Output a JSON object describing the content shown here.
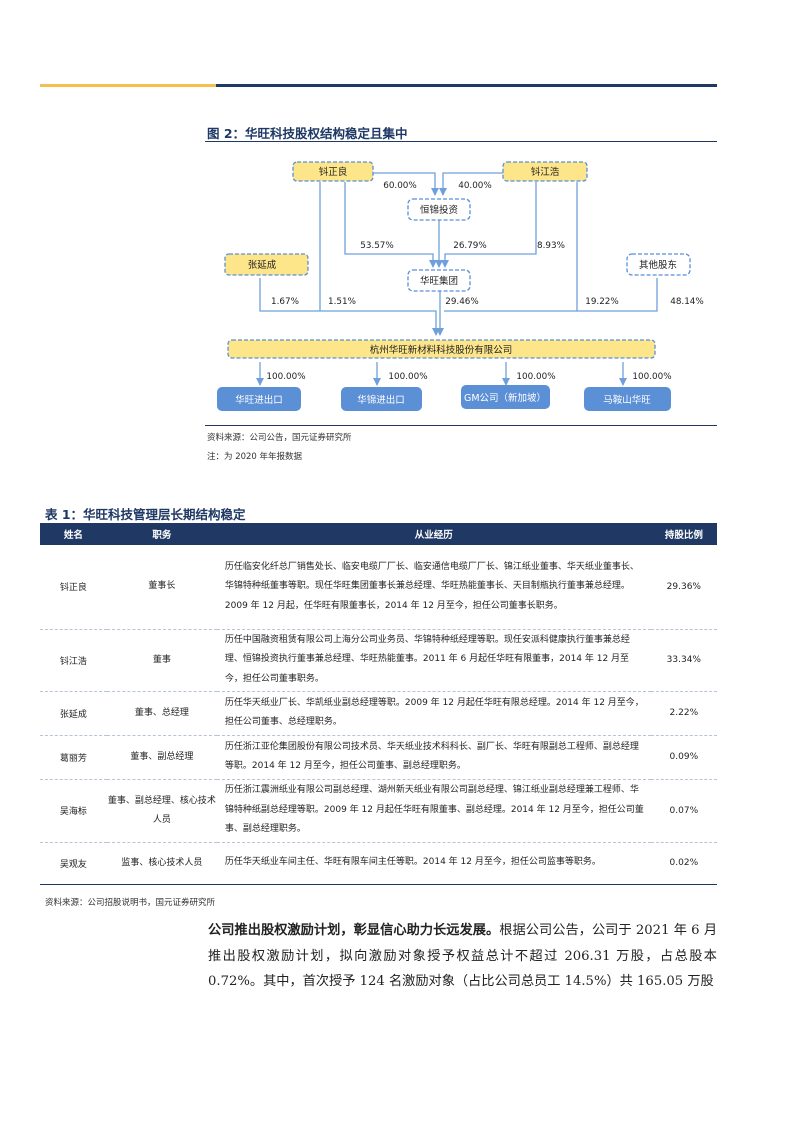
{
  "figure": {
    "title": "图 2：华旺科技股权结构稳定且集中",
    "nodes": {
      "qian_zhengliang": "钭正良",
      "qian_jianghao": "钭江浩",
      "hengjin": "恒锦投资",
      "huawang_group": "华旺集团",
      "zhang_yancheng": "张延成",
      "other": "其他股东",
      "company": "杭州华旺新材料科技股份有限公司",
      "sub1": "华旺进出口",
      "sub2": "华锦进出口",
      "sub3": "GM公司（新加坡）",
      "sub4": "马鞍山华旺"
    },
    "edges": {
      "qzl_hengjin": "60.00%",
      "qjh_hengjin": "40.00%",
      "qzl_group": "53.57%",
      "hengjin_group": "26.79%",
      "qjh_group": "8.93%",
      "zhang_company": "1.67%",
      "qzl_company": "1.51%",
      "group_company": "29.46%",
      "qjh_company": "19.22%",
      "other_company": "48.14%",
      "company_sub1": "100.00%",
      "company_sub2": "100.00%",
      "company_sub3": "100.00%",
      "company_sub4": "100.00%"
    },
    "source": "资料来源：公司公告，国元证券研究所",
    "note": "注：为 2020 年年报数据"
  },
  "table": {
    "title": "表 1：华旺科技管理层长期结构稳定",
    "headers": [
      "姓名",
      "职务",
      "从业经历",
      "持股比例"
    ],
    "rows": [
      {
        "name": "钭正良",
        "role": "董事长",
        "experience": "历任临安化纤总厂销售处长、临安电缆厂厂长、临安通信电缆厂厂长、锦江纸业董事、华天纸业董事长、华锦特种纸董事等职。现任华旺集团董事长兼总经理、华旺热能董事长、天目制瓶执行董事兼总经理。2009 年 12 月起，任华旺有限董事长，2014 年 12 月至今，担任公司董事长职务。",
        "share": "29.36%"
      },
      {
        "name": "钭江浩",
        "role": "董事",
        "experience": "历任中国融资租赁有限公司上海分公司业务员、华锦特种纸经理等职。现任安派科健康执行董事兼总经理、恒锦投资执行董事兼总经理、华旺热能董事。2011 年 6 月起任华旺有限董事，2014 年 12 月至今，担任公司董事职务。",
        "share": "33.34%"
      },
      {
        "name": "张延成",
        "role": "董事、总经理",
        "experience": "历任华天纸业厂长、华凯纸业副总经理等职。2009 年 12 月起任华旺有限总经理。2014 年 12 月至今，担任公司董事、总经理职务。",
        "share": "2.22%"
      },
      {
        "name": "葛丽芳",
        "role": "董事、副总经理",
        "experience": "历任浙江亚伦集团股份有限公司技术员、华天纸业技术科科长、副厂长、华旺有限副总工程师、副总经理等职。2014 年 12 月至今，担任公司董事、副总经理职务。",
        "share": "0.09%"
      },
      {
        "name": "吴海标",
        "role": "董事、副总经理、核心技术人员",
        "experience": "历任浙江震洲纸业有限公司副总经理、湖州新天纸业有限公司副总经理、锦江纸业副总经理兼工程师、华锦特种纸副总经理等职。2009 年 12 月起任华旺有限董事、副总经理。2014 年 12 月至今，担任公司董事、副总经理职务。",
        "share": "0.07%"
      },
      {
        "name": "吴观友",
        "role": "监事、核心技术人员",
        "experience": "历任华天纸业车间主任、华旺有限车间主任等职。2014 年 12 月至今，担任公司监事等职务。",
        "share": "0.02%"
      }
    ],
    "source": "资料来源：公司招股说明书，国元证券研究所"
  },
  "paragraph": {
    "bold": "公司推出股权激励计划，彰显信心助力长远发展。",
    "text": "根据公司公告，公司于 2021 年 6 月推出股权激励计划，拟向激励对象授予权益总计不超过 206.31 万股，占总股本 0.72%。其中，首次授予 124 名激励对象（占比公司总员工 14.5%）共 165.05 万股"
  },
  "colors": {
    "navy": "#1f3864",
    "gold": "#f2c14e",
    "blue_box": "#5b8fd6",
    "yellow_box": "#fde58a",
    "arrow": "#6fa0dc"
  }
}
